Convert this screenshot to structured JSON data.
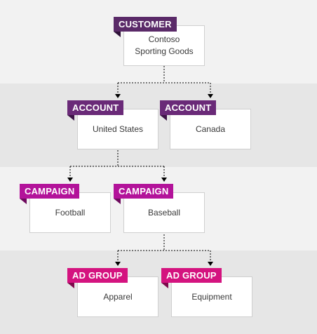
{
  "colors": {
    "band_light": "#f2f2f2",
    "band_dark": "#e6e6e6",
    "customer_tag": "#5a2a68",
    "account_tag": "#6a2a78",
    "campaign_tag": "#b3139a",
    "adgroup_tag": "#d4137f",
    "connector": "#000000"
  },
  "levels": {
    "customer": {
      "tag": "CUSTOMER",
      "nodes": [
        {
          "label": "Contoso\nSporting Goods"
        }
      ]
    },
    "account": {
      "tag": "ACCOUNT",
      "nodes": [
        {
          "label": "United States"
        },
        {
          "label": "Canada"
        }
      ]
    },
    "campaign": {
      "tag": "CAMPAIGN",
      "nodes": [
        {
          "label": "Football"
        },
        {
          "label": "Baseball"
        }
      ]
    },
    "adgroup": {
      "tag": "AD GROUP",
      "nodes": [
        {
          "label": "Apparel"
        },
        {
          "label": "Equipment"
        }
      ]
    }
  }
}
